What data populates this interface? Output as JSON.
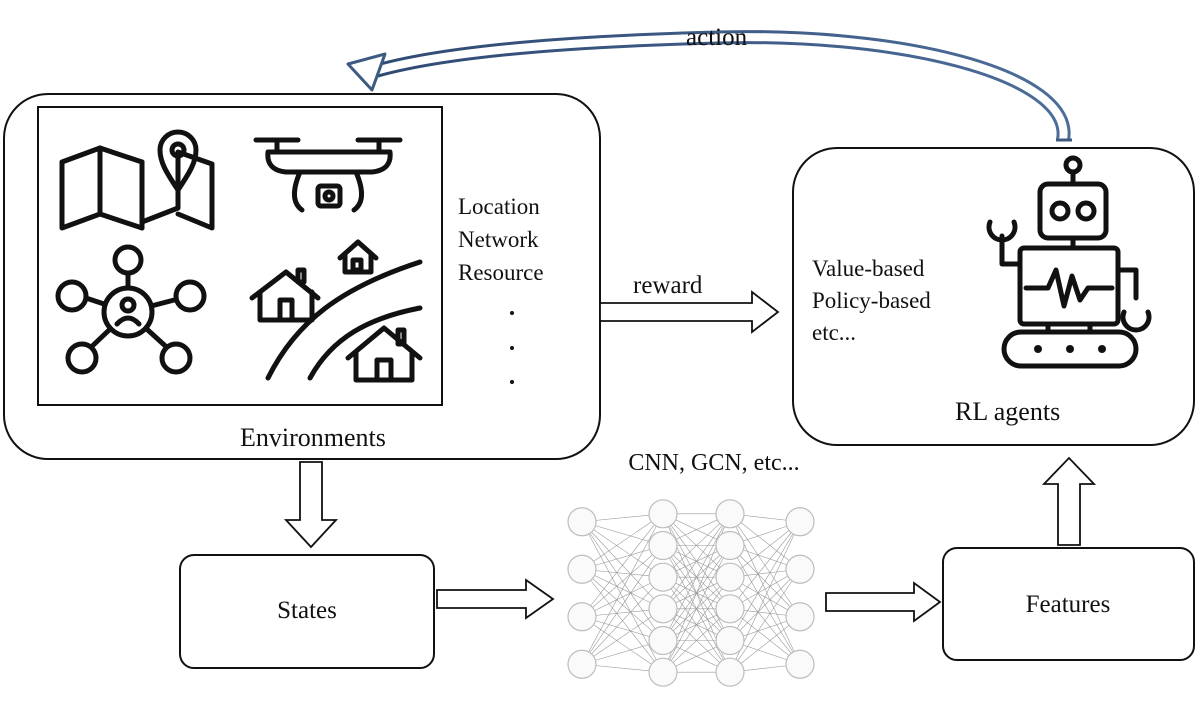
{
  "labels": {
    "action": "action",
    "reward": "reward",
    "environments": "Environments",
    "rl_agents": "RL agents",
    "states": "States",
    "features": "Features",
    "network_model": "CNN, GCN, etc..."
  },
  "environment_list": [
    "Location",
    "Network",
    "Resource"
  ],
  "agent_methods": [
    "Value-based",
    "Policy-based",
    "etc..."
  ],
  "neural_network_layers": [
    4,
    6,
    6,
    4
  ],
  "colors": {
    "action_arrow": "#3d5a80",
    "line": "#111111",
    "nn_gray": "#9a9a9a"
  },
  "icons": [
    "folded-map-icon",
    "location-pin-icon",
    "drone-icon",
    "network-hub-icon",
    "houses-icon",
    "road-icon",
    "robot-icon"
  ]
}
